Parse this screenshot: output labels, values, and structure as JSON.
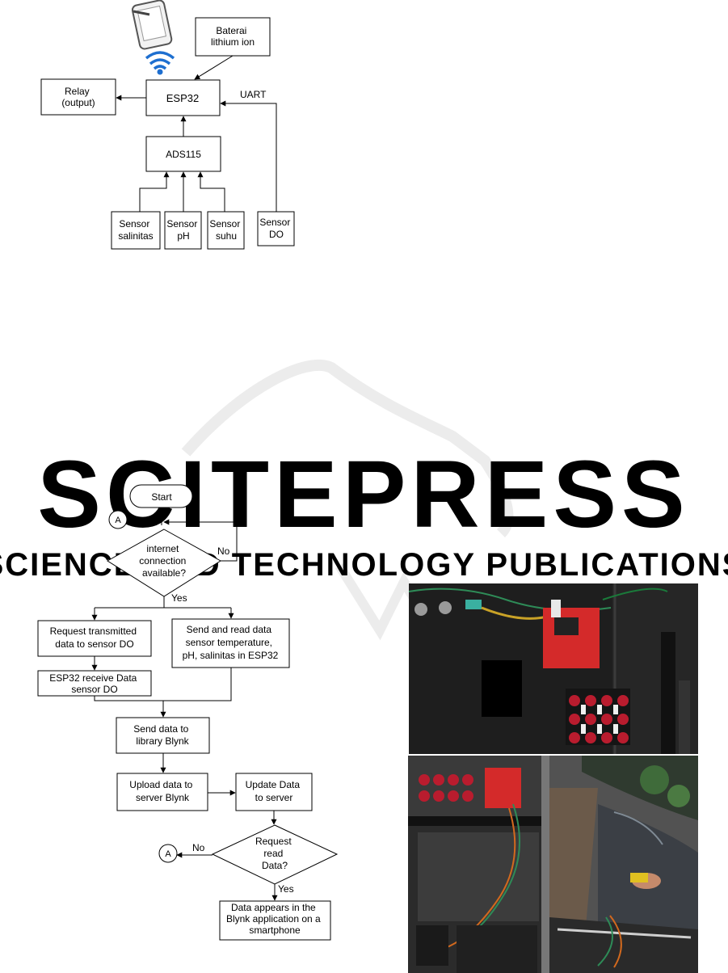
{
  "block_diagram": {
    "battery": "Baterai\nlithium ion",
    "relay": "Relay\n(output)",
    "esp32": "ESP32",
    "uart": "UART",
    "ads": "ADS115",
    "sensor_salinitas": "Sensor\nsalinitas",
    "sensor_ph": "Sensor\npH",
    "sensor_suhu": "Sensor\nsuhu",
    "sensor_do": "Sensor\nDO"
  },
  "flowchart": {
    "start": "Start",
    "connector": "A",
    "decision_internet": "internet\nconnection\navailable?",
    "no": "No",
    "yes": "Yes",
    "request_do": "Request transmitted\ndata to sensor DO",
    "send_read": "Send and read data\nsensor temperature,\npH, salinitas in ESP32",
    "esp_receive": "ESP32 receive Data\nsensor DO",
    "send_blynk": "Send data to\nlibrary Blynk",
    "upload": "Upload data to\nserver Blynk",
    "update": "Update Data\nto server",
    "decision_request": "Request\nread\nData?",
    "appears": "Data appears in the\nBlynk application on a\nsmartphone"
  },
  "watermark": {
    "main": "SCITEPRESS",
    "sub": "SCIENCE AND TECHNOLOGY PUBLICATIONS"
  },
  "icons": [
    "tablet-icon",
    "wifi-icon"
  ],
  "colors": {
    "wifi_blue": "#1e6fd0",
    "board_red": "#d42a2a"
  }
}
